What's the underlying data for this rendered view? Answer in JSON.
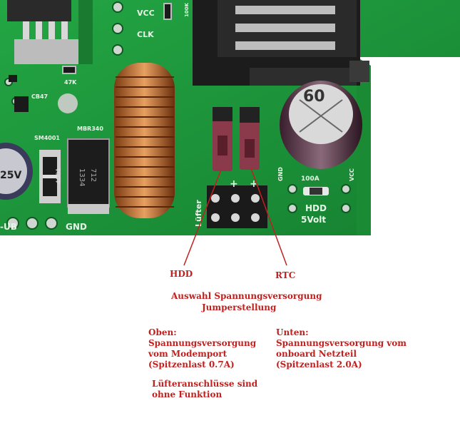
{
  "board": {
    "silkscreen": {
      "vcc_top": "VCC",
      "clk": "CLK",
      "r_100k": "100K",
      "r_47k": "47K",
      "cb47": "CB47",
      "sm4001": "SM4001",
      "mbr340": "MBR340",
      "cap_voltage": "25V",
      "diode_code": "4001",
      "inductor_code_1": "712",
      "inductor_code_2": "1334",
      "lufter": "Lüfter",
      "plus_1": "+",
      "plus_2": "+",
      "gnd_right": "GND",
      "vcc_right": "VCC",
      "r_100a": "100A",
      "hdd_label": "HDD",
      "volt_label": "5Volt",
      "ub_label": "-UB",
      "gnd_bottom": "GND",
      "cap_top_number": "60"
    }
  },
  "labels": {
    "hdd": "HDD",
    "rtc": "RTC",
    "title_line1": "Auswahl Spannungsversorgung",
    "title_line2": "Jumperstellung",
    "oben": [
      "Oben:",
      "Spannungsversorgung",
      "vom Modemport",
      "(Spitzenlast 0.7A)"
    ],
    "unten": [
      "Unten:",
      "Spannungsversorgung vom",
      "onboard Netzteil",
      "(Spitzenlast 2.0A)"
    ],
    "luefter_note": [
      "Lüfteranschlüsse sind",
      "ohne Funktion"
    ]
  },
  "colors": {
    "pcb": "#1f9a3a",
    "annotation": "#c0201e",
    "jumper": "#8a3a4a"
  }
}
